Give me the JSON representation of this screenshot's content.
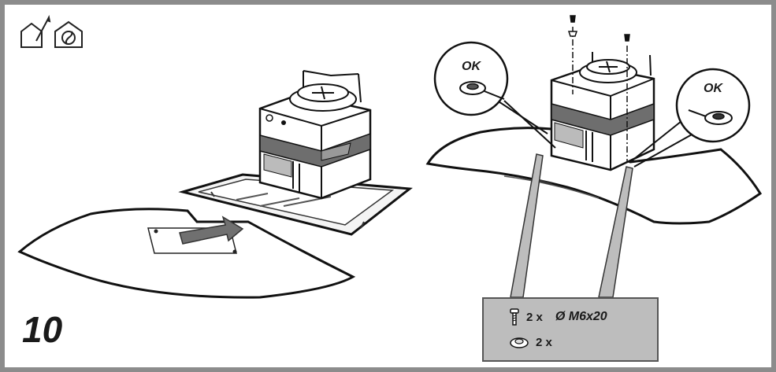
{
  "step": {
    "number": "10"
  },
  "detail_labels": {
    "left": "OK",
    "right": "OK"
  },
  "parts": [
    {
      "icon": "screw-icon",
      "quantity": "2 x",
      "spec": "Ø M6x20"
    },
    {
      "icon": "washer-icon",
      "quantity": "2 x"
    }
  ],
  "header_icons": [
    "house-with-pen-icon",
    "house-with-fan-icon"
  ],
  "colors": {
    "frame": "#8c8c8c",
    "shade": "#6e6e6e",
    "parts_box": "#bdbdbd"
  }
}
